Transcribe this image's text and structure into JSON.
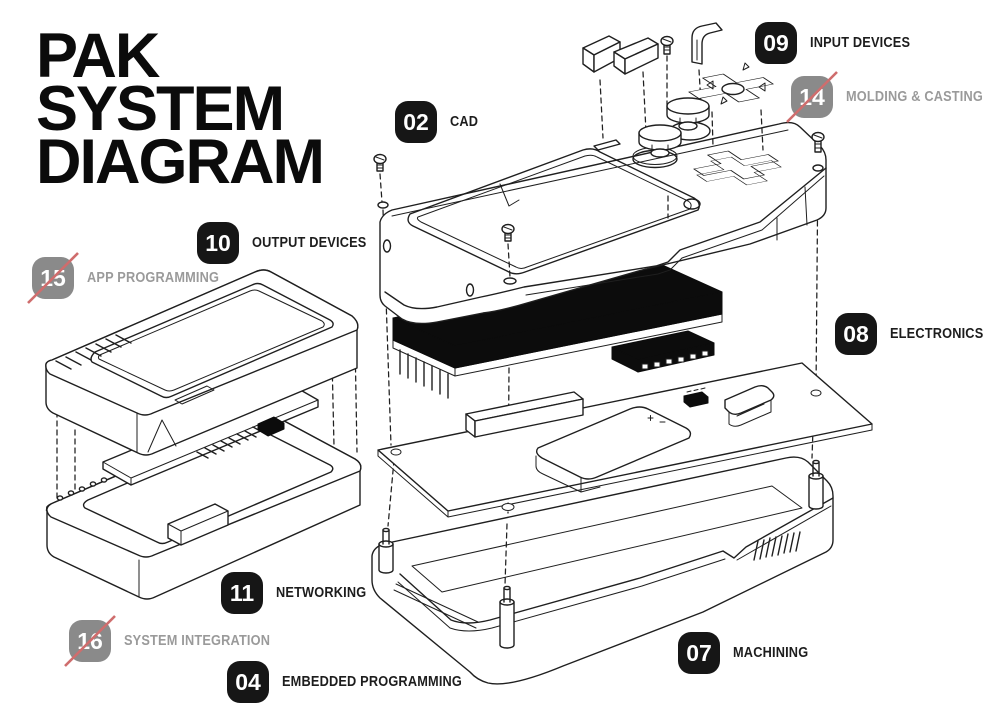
{
  "title": {
    "lines": [
      "PAK",
      "SYSTEM",
      "DIAGRAM"
    ]
  },
  "colors": {
    "background": "#ffffff",
    "badge_active": "#161616",
    "badge_inactive": "#8a8a8a",
    "badge_number": "#ffffff",
    "label_active": "#1d1d1d",
    "label_inactive": "#9a9a9a",
    "slash": "#cf6d6d",
    "line_art": "#1f1f1f"
  },
  "callouts": [
    {
      "number": "02",
      "label": "CAD",
      "state": "active"
    },
    {
      "number": "04",
      "label": "EMBEDDED PROGRAMMING",
      "state": "active"
    },
    {
      "number": "07",
      "label": "MACHINING",
      "state": "active"
    },
    {
      "number": "08",
      "label": "ELECTRONICS",
      "state": "active"
    },
    {
      "number": "09",
      "label": "INPUT DEVICES",
      "state": "active"
    },
    {
      "number": "10",
      "label": "OUTPUT DEVICES",
      "state": "active"
    },
    {
      "number": "11",
      "label": "NETWORKING",
      "state": "active"
    },
    {
      "number": "14",
      "label": "MOLDING & CASTING",
      "state": "inactive"
    },
    {
      "number": "15",
      "label": "APP PROGRAMMING",
      "state": "inactive"
    },
    {
      "number": "16",
      "label": "SYSTEM INTEGRATION",
      "state": "inactive"
    }
  ],
  "diagram": {
    "main_assembly": "handheld-console-exploded-view",
    "main_parts": [
      "shoulder-buttons",
      "screws",
      "d-pad",
      "action-buttons",
      "top-shell",
      "display-module",
      "chip-module",
      "main-pcb",
      "battery",
      "usb-connector",
      "bottom-shell"
    ],
    "secondary_assembly": "cartridge-exploded-view",
    "secondary_parts": [
      "cartridge-top-shell",
      "cartridge-pcb",
      "edge-connector",
      "cartridge-bottom-shell"
    ]
  }
}
